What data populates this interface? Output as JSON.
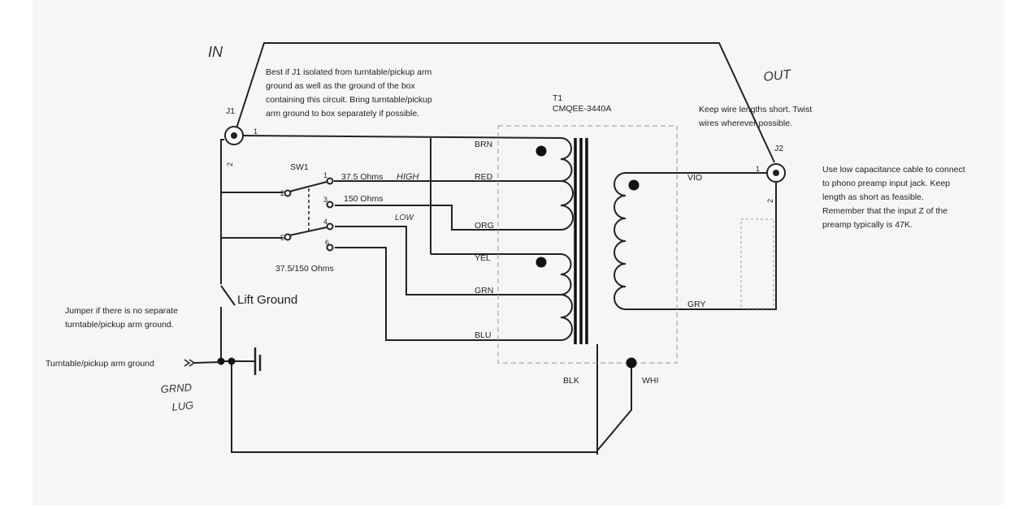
{
  "handwritten": {
    "in": "IN",
    "out": "OUT",
    "high": "HIGH",
    "low": "LOW",
    "grnd_line1": "GRND",
    "grnd_line2": "LUG"
  },
  "labels": {
    "j1": "J1",
    "j2": "J2",
    "t1": "T1",
    "t1_part": "CMQEE-3440A",
    "sw1": "SW1",
    "lift_ground": "Lift Ground",
    "turntable_ground": "Turntable/pickup arm ground"
  },
  "notes": {
    "isolation": [
      "Best if J1 isolated from turntable/pickup arm",
      "ground as well as the ground of the box",
      "containing this circuit.  Bring turntable/pickup",
      "arm ground to box separately if possible."
    ],
    "wire_lengths": [
      "Keep wire lengths short.  Twist",
      "wires wherever possible."
    ],
    "cable": [
      "Use low capacitance cable to connect",
      "to phono preamp input jack.  Keep",
      "length as short as feasible.",
      "Remember that the input Z of the",
      "preamp typically is 47K."
    ],
    "jumper": [
      "Jumper if there is no separate",
      "turntable/pickup arm ground."
    ]
  },
  "switch": {
    "positions": [
      "1",
      "2",
      "3",
      "4",
      "5",
      "6"
    ],
    "ohms_375": "37.5 Ohms",
    "ohms_150": "150 Ohms",
    "ohms_both": "37.5/150 Ohms"
  },
  "pins": {
    "j1_pin1": "1",
    "j1_pin2": "2",
    "j2_pin1": "1",
    "j2_pin2": "2"
  },
  "wires": {
    "brn": "BRN",
    "red": "RED",
    "org": "ORG",
    "yel": "YEL",
    "grn": "GRN",
    "blu": "BLU",
    "vio": "VIO",
    "gry": "GRY",
    "blk": "BLK",
    "whi": "WHI"
  }
}
